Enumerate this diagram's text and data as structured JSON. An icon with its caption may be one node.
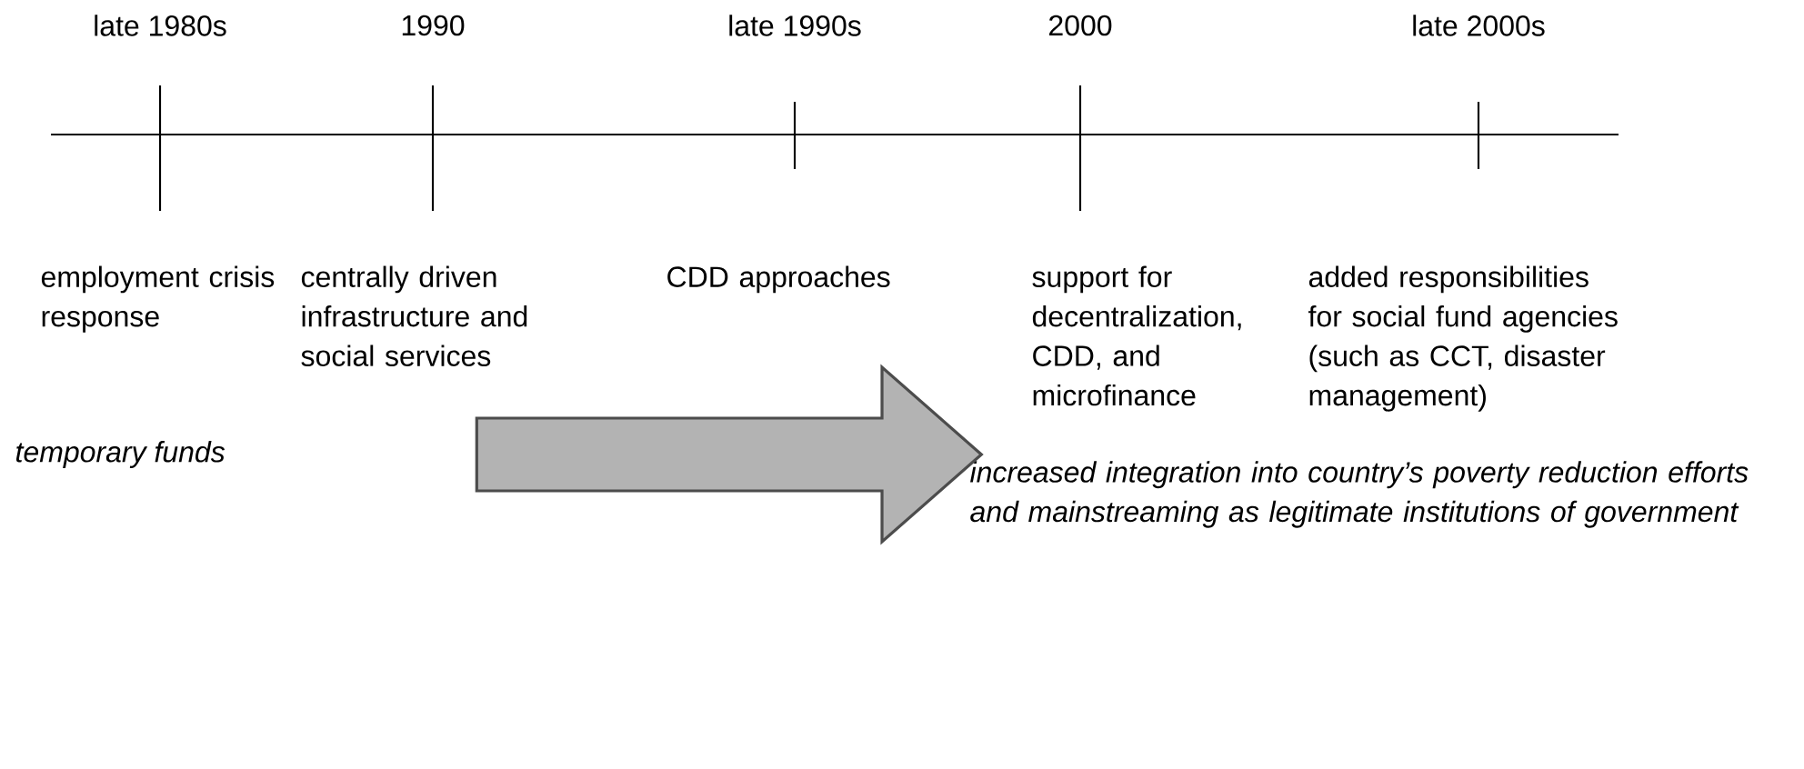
{
  "diagram": {
    "nodes": [
      {
        "text": [
          "temporary funds"
        ]
      },
      {
        "text": [
          "increased integration into country’s poverty reduction efforts and mainstreaming as legitimate institutions of government"
        ]
      }
    ],
    "edges": [
      {
        "from": 0,
        "to": 1,
        "arrow": "to",
        "style": "thick",
        "color": "#b3b3b3"
      }
    ],
    "labels": [
      "late 1980s",
      "1990",
      "late 1990s",
      "2000",
      "late 2000s",
      "employment crisis response",
      "centrally driven infrastructure and social services",
      "CDD approaches",
      "support for decentralization, CDD, and microfinance",
      "added responsibilities for social fund agencies (such as CCT, disaster management)"
    ]
  }
}
